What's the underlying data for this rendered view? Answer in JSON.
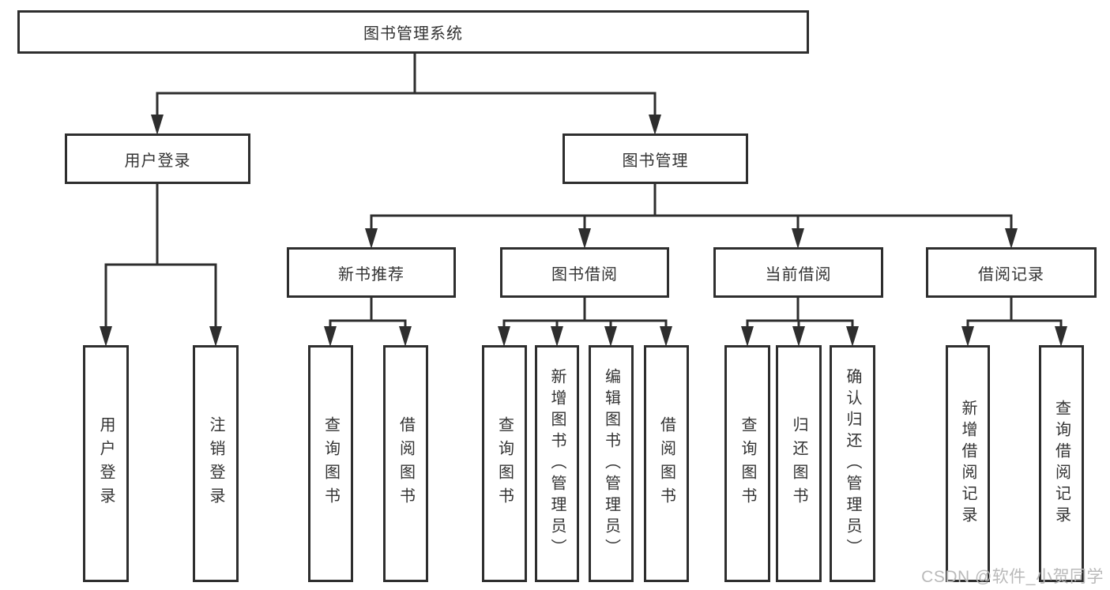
{
  "diagram": {
    "root": {
      "label": "图书管理系统"
    },
    "level2": [
      {
        "label": "用户登录"
      },
      {
        "label": "图书管理"
      }
    ],
    "level3": [
      {
        "label": "新书推荐"
      },
      {
        "label": "图书借阅"
      },
      {
        "label": "当前借阅"
      },
      {
        "label": "借阅记录"
      }
    ],
    "leaves": {
      "user_login": [
        "用户登录",
        "注销登录"
      ],
      "new_book": [
        "查询图书",
        "借阅图书"
      ],
      "book_borrow": [
        "查询图书",
        "新增图书（管理员）",
        "编辑图书（管理员）",
        "借阅图书"
      ],
      "current_borrow": [
        "查询图书",
        "归还图书",
        "确认归还（管理员）"
      ],
      "borrow_record": [
        "新增借阅记录",
        "查询借阅记录"
      ]
    }
  },
  "watermark": {
    "text": "CSDN @软件_小贺同学"
  },
  "colors": {
    "line": "#2e2e2e",
    "text": "#333333",
    "watermark": "#b9b9b9",
    "background": "#ffffff"
  }
}
